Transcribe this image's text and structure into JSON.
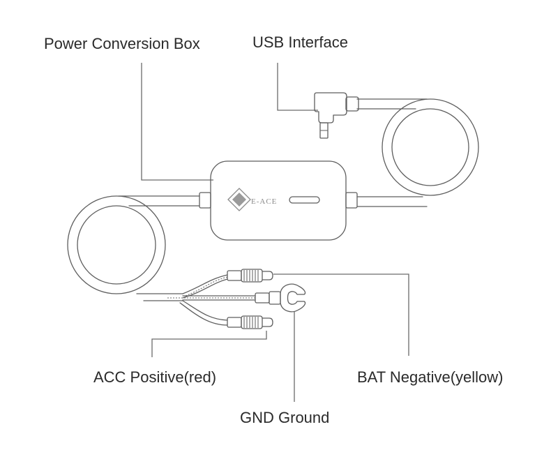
{
  "labels": {
    "power_box": "Power Conversion Box",
    "usb": "USB Interface",
    "acc": "ACC Positive(red)",
    "bat": "BAT Negative(yellow)",
    "gnd": "GND Ground"
  },
  "brand": {
    "logo_text": "E-ACE"
  },
  "colors": {
    "line": "#5e5e5e",
    "text": "#2a2a2a"
  }
}
